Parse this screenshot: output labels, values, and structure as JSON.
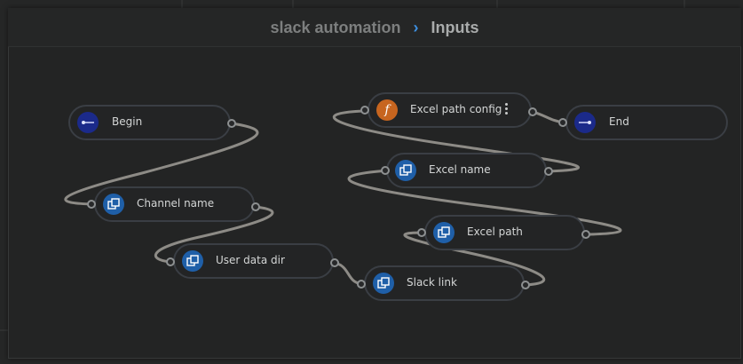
{
  "breadcrumb": {
    "parent": "slack automation",
    "separator": "›",
    "current": "Inputs"
  },
  "nodes": {
    "begin": {
      "label": "Begin",
      "icon": "pin-out-icon"
    },
    "channel_name": {
      "label": "Channel name",
      "icon": "variable-icon"
    },
    "user_data_dir": {
      "label": "User data dir",
      "icon": "variable-icon"
    },
    "excel_path_config": {
      "label": "Excel path config",
      "icon": "function-icon",
      "glyph": "f"
    },
    "end": {
      "label": "End",
      "icon": "pin-in-icon"
    },
    "excel_name": {
      "label": "Excel name",
      "icon": "variable-icon"
    },
    "excel_path": {
      "label": "Excel path",
      "icon": "variable-icon"
    },
    "slack_link": {
      "label": "Slack link",
      "icon": "variable-icon"
    }
  },
  "colors": {
    "background": "#262727",
    "panel": "#232424",
    "wire": "#8d8b86",
    "pin_icon": "#1b2a8a",
    "variable_icon": "#1f5fa8",
    "function_icon": "#c7651f",
    "accent": "#3d8fe0"
  }
}
